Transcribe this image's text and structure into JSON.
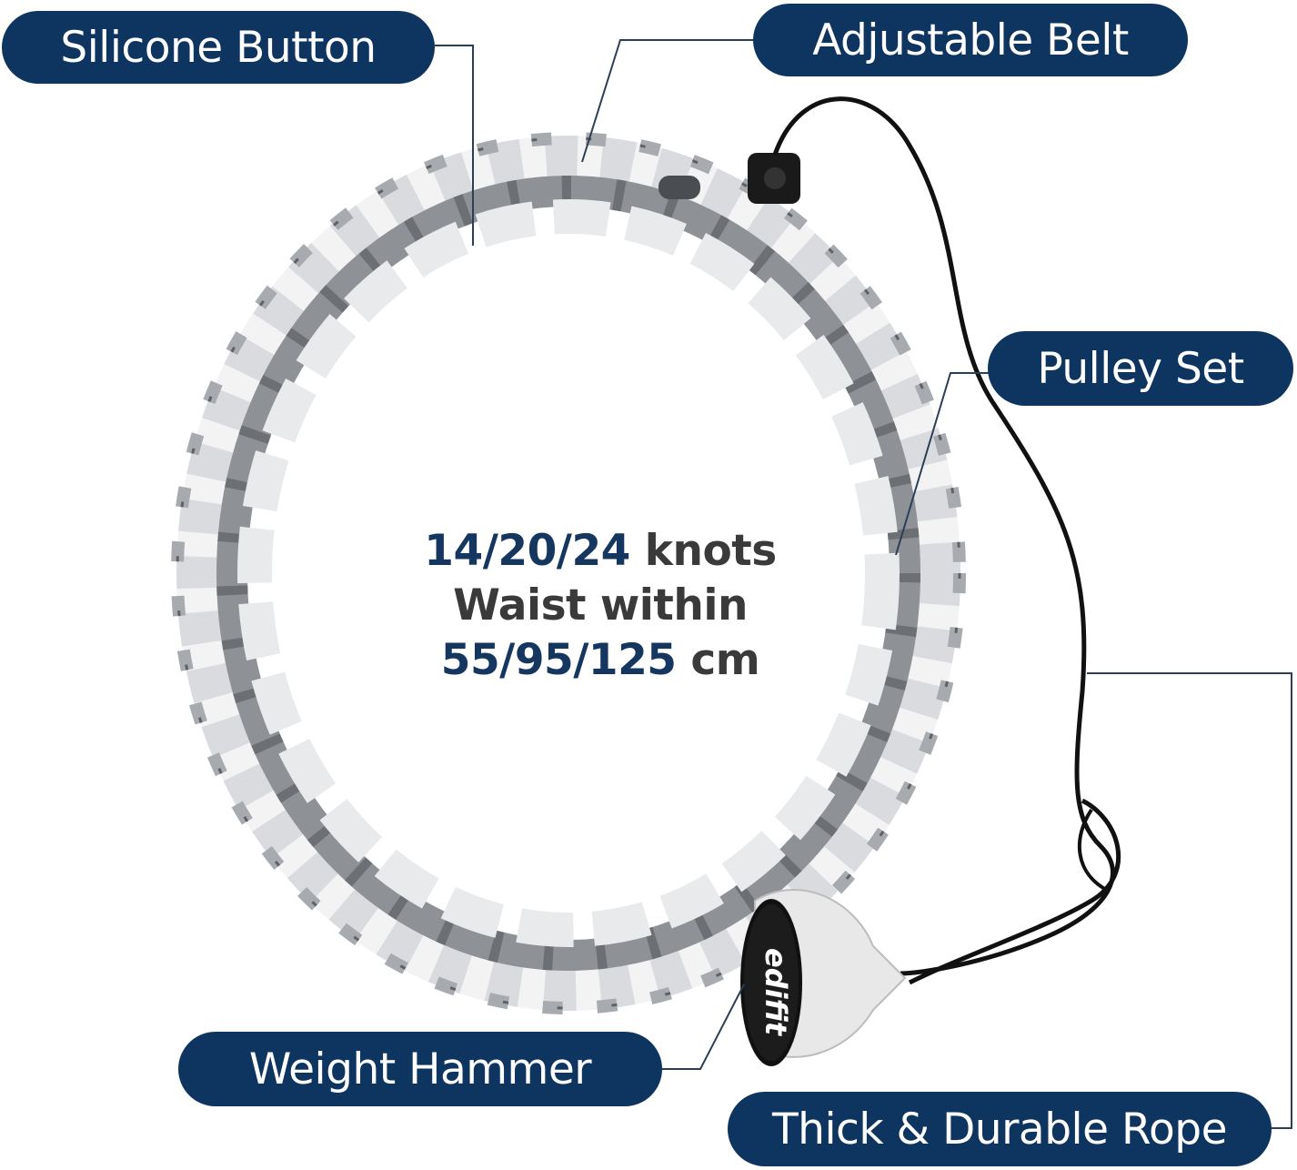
{
  "labels": {
    "silicone_button": "Silicone Button",
    "adjustable_belt": "Adjustable Belt",
    "pulley_set": "Pulley Set",
    "weight_hammer": "Weight Hammer",
    "rope": "Thick & Durable Rope"
  },
  "specs": {
    "knots_values": "14/20/24",
    "knots_unit": "knots",
    "waist_text": "Waist within",
    "waist_values": "55/95/125",
    "waist_unit": "cm"
  },
  "brand": "edifit",
  "colors": {
    "pill": "#0e3460",
    "accent_text": "#14365f",
    "body_text": "#3a3a3a",
    "hoop_white": "#f2f2f2",
    "hoop_grey": "#9a9ea3",
    "rope": "#111111",
    "leader": "#2b3f57"
  },
  "icons": [
    "hula-hoop-illustration",
    "weight-hammer-icon",
    "pulley-icon",
    "rope-illustration"
  ]
}
